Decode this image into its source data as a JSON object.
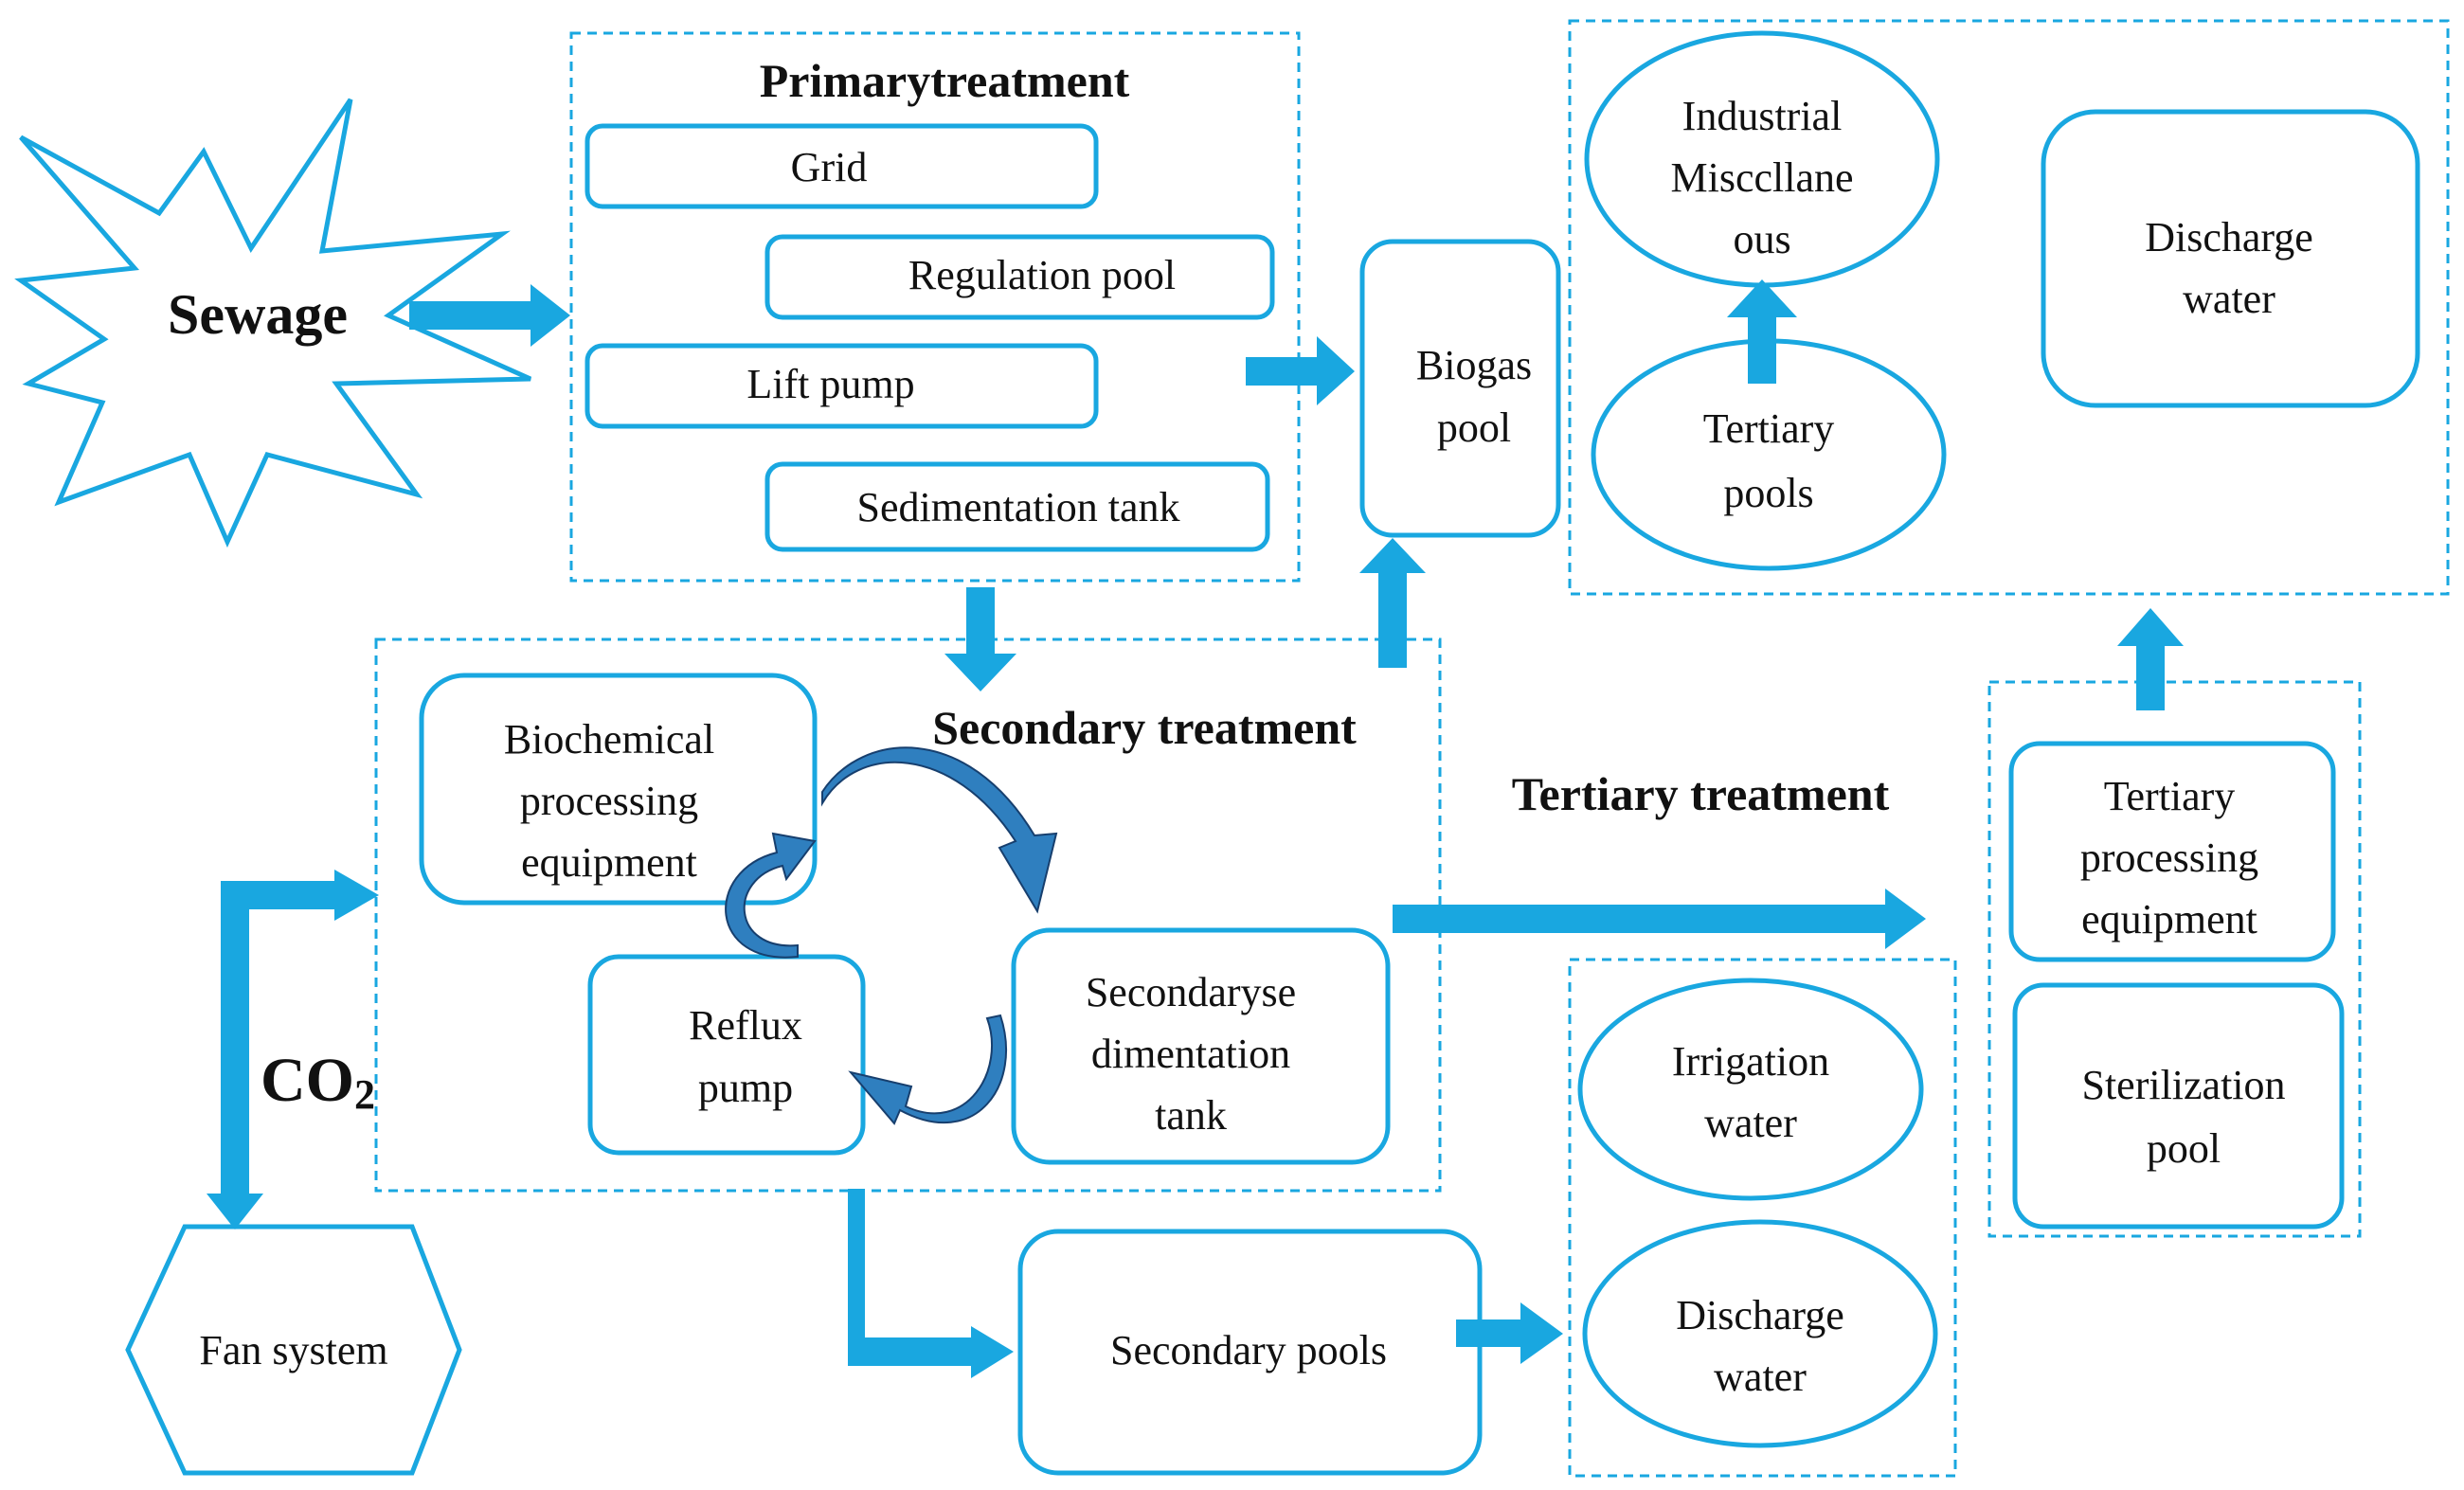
{
  "colors": {
    "accent": "#19a7e0",
    "curve_arrow": "#2f7fbf",
    "text": "#111111"
  },
  "sewage": "Sewage",
  "co2": "CO",
  "co2_sub": "2",
  "primary": {
    "title": "Primarytreatment",
    "grid": "Grid",
    "regulation_pool": "Regulation pool",
    "lift_pump": "Lift  pump",
    "sedimentation_tank": "Sedimentation  tank"
  },
  "biogas_pool": [
    "Biogas",
    "pool"
  ],
  "tertiary_top": {
    "industrial": [
      "Industrial",
      "Misccllane",
      "ous"
    ],
    "tertiary_pools": [
      "Tertiary",
      "pools"
    ],
    "discharge_water": [
      "Discharge",
      "water"
    ]
  },
  "secondary": {
    "title": "Secondary  treatment",
    "biochemical": [
      "Biochemical",
      "processing",
      "equipment"
    ],
    "reflux_pump": [
      "Reflux",
      "pump"
    ],
    "sedimentation": [
      "Secondaryse",
      "dimentation",
      "tank"
    ]
  },
  "tertiary_treatment_label": "Tertiary treatment",
  "tertiary_right": {
    "processing": [
      "Tertiary",
      "processing",
      "equipment"
    ],
    "sterilization": [
      "Sterilization",
      "pool"
    ]
  },
  "fan_system": "Fan system",
  "secondary_pools": "Secondary  pools",
  "outlets": {
    "irrigation": [
      "Irrigation",
      "water"
    ],
    "discharge": [
      "Discharge",
      "water"
    ]
  }
}
